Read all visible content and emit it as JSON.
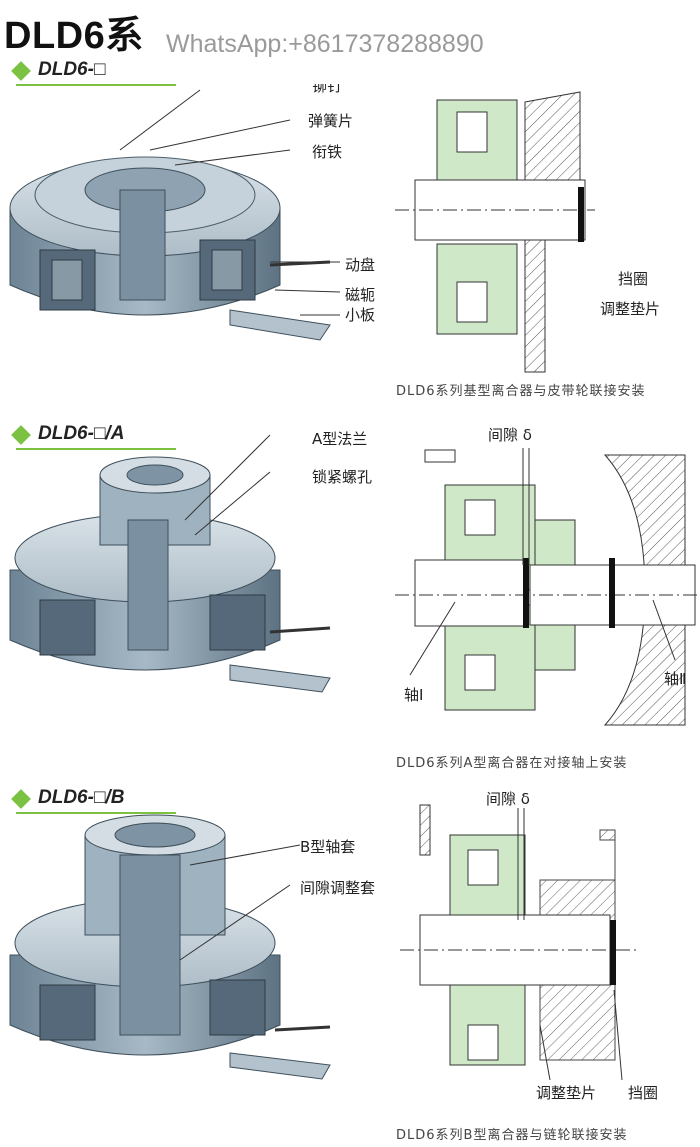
{
  "page_title": "DLD6系",
  "watermark": "WhatsApp:+8617378288890",
  "accent_color": "#7cc242",
  "housing_color": "#cfe8c7",
  "sections": [
    {
      "heading": "DLD6-□",
      "labels": [
        "弹簧片",
        "衔铁",
        "动盘",
        "磁轭",
        "小板"
      ],
      "partial_label": "铆钉",
      "drawing_labels": [
        "挡圈",
        "调整垫片"
      ],
      "caption": "DLD6系列基型离合器与皮带轮联接安装"
    },
    {
      "heading": "DLD6-□/A",
      "labels": [
        "A型法兰",
        "锁紧螺孔"
      ],
      "drawing_labels": [
        "间隙 δ",
        "轴Ⅰ",
        "轴Ⅱ"
      ],
      "caption": "DLD6系列A型离合器在对接轴上安装"
    },
    {
      "heading": "DLD6-□/B",
      "labels": [
        "B型轴套",
        "间隙调整套"
      ],
      "drawing_labels": [
        "间隙 δ",
        "调整垫片",
        "挡圈"
      ],
      "caption": "DLD6系列B型离合器与链轮联接安装"
    }
  ]
}
